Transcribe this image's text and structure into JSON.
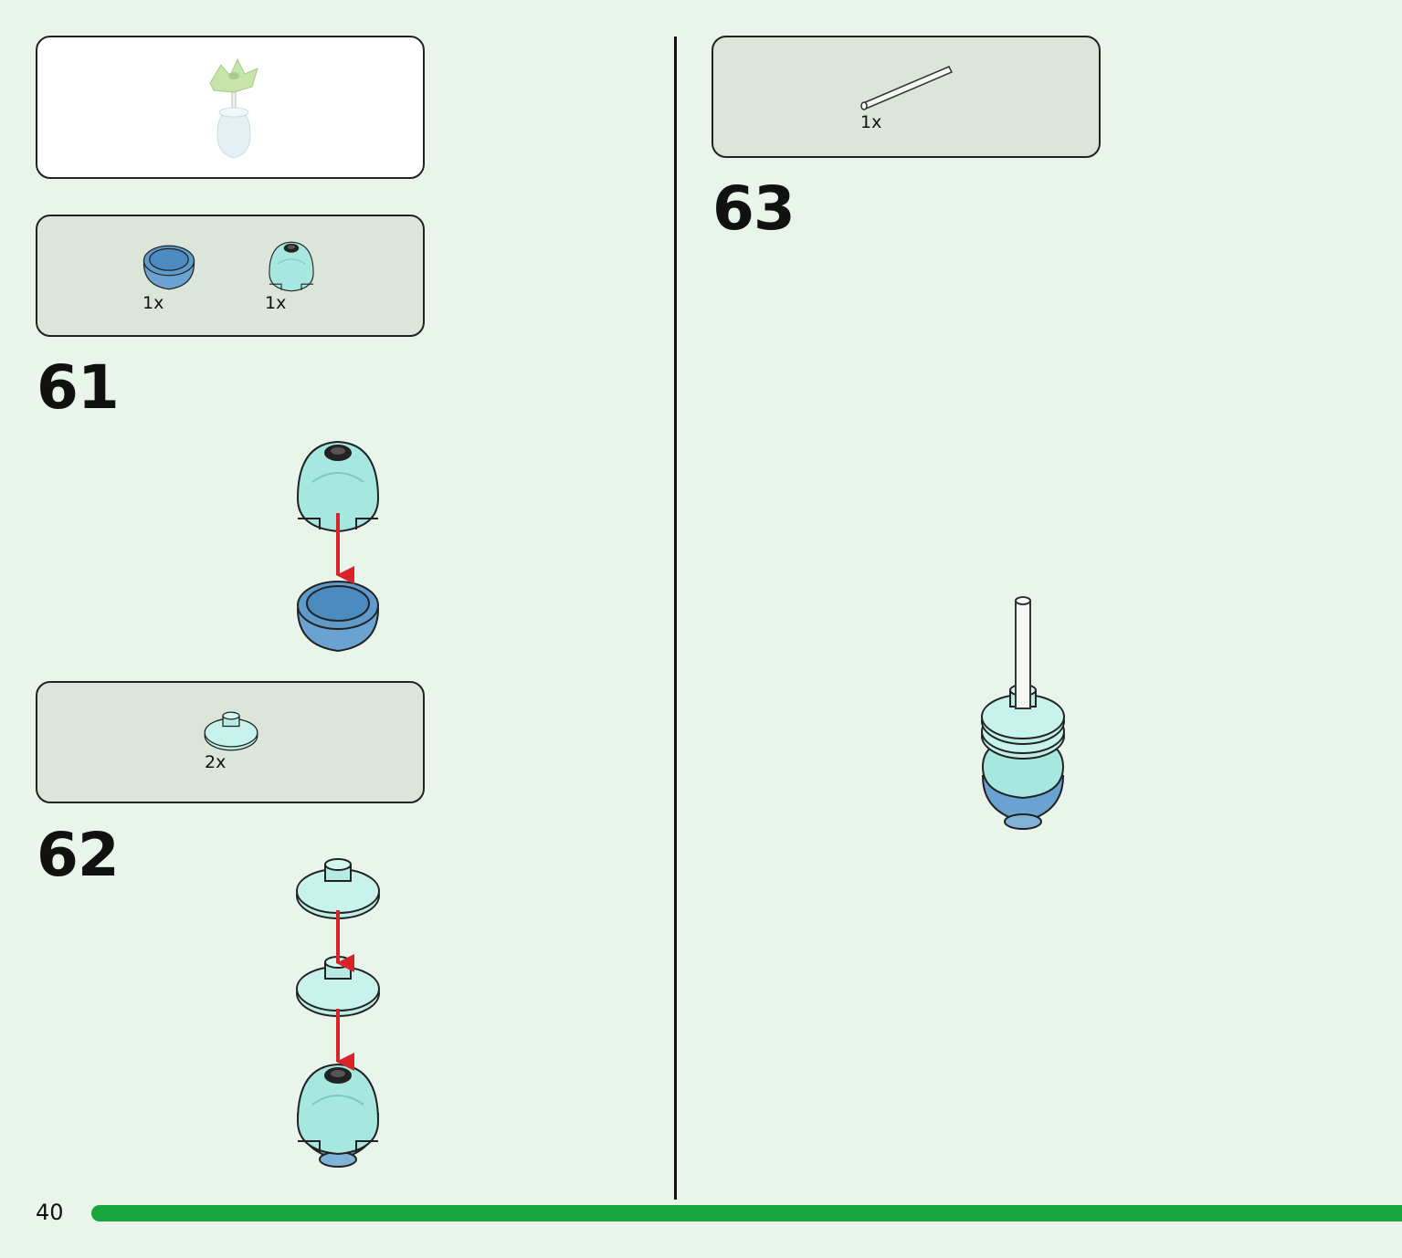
{
  "page": {
    "number": "40"
  },
  "colors": {
    "background": "#e9f4ea",
    "parts_box": "#dbe5da",
    "progress": "#17a53c",
    "arrow": "#d8232a"
  },
  "steps": [
    {
      "number": "61",
      "parts": [
        {
          "qty": "1x",
          "icon": "blue-bowl-icon"
        },
        {
          "qty": "1x",
          "icon": "trans-dome-icon"
        }
      ]
    },
    {
      "number": "62",
      "parts": [
        {
          "qty": "2x",
          "icon": "trans-dish-icon"
        }
      ]
    },
    {
      "number": "63",
      "parts": [
        {
          "qty": "1x",
          "icon": "white-bar-icon"
        }
      ]
    }
  ]
}
